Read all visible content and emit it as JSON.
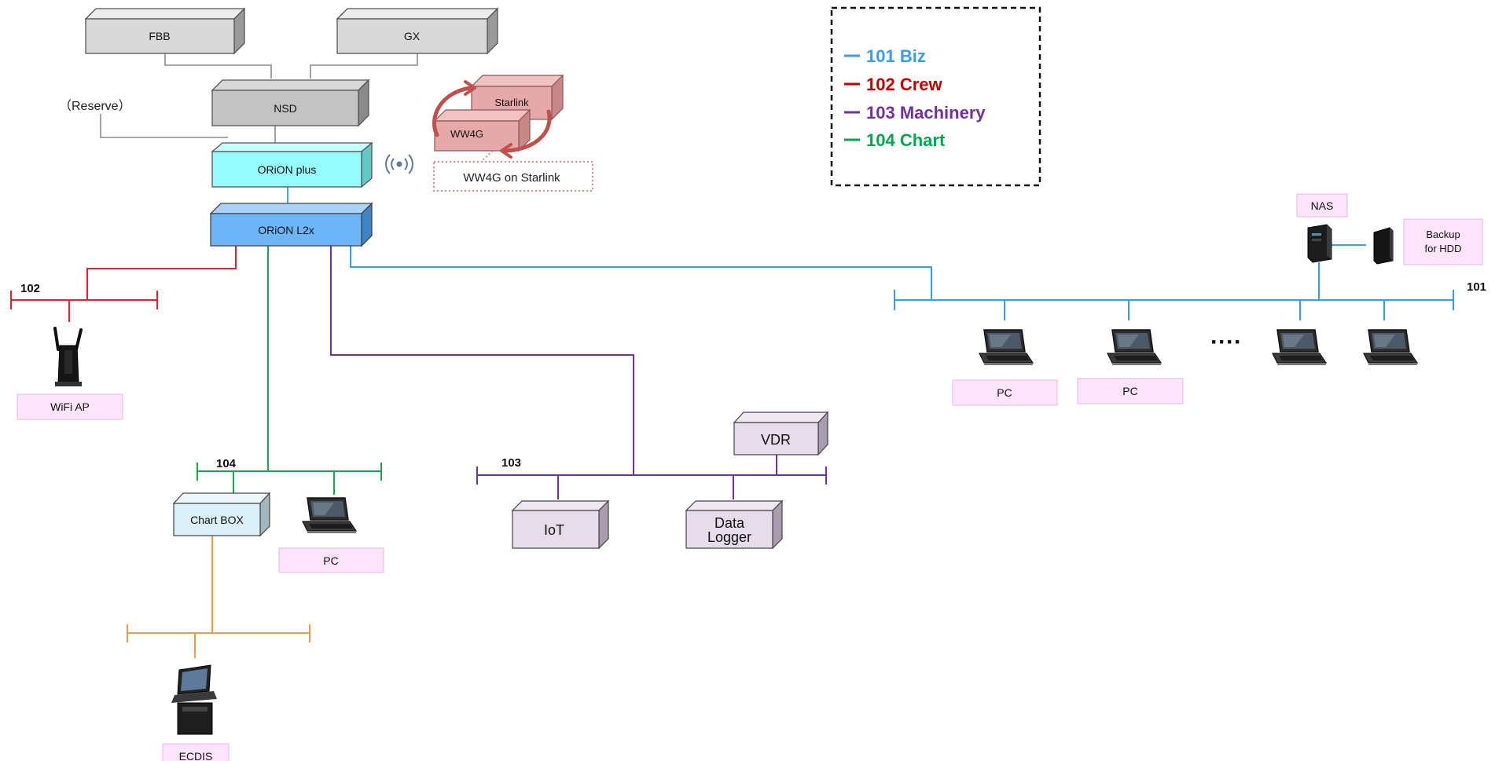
{
  "legend": {
    "items": [
      {
        "label": "101 Biz",
        "color": "#3a9be8"
      },
      {
        "label": "102 Crew",
        "color": "#c00000"
      },
      {
        "label": "103 Machinery",
        "color": "#7030a0"
      },
      {
        "label": "104 Chart",
        "color": "#00a550"
      }
    ]
  },
  "colors": {
    "biz": "#3a9be8",
    "crew": "#e8202a",
    "machinery": "#7030a0",
    "chart": "#1aa650",
    "ecdis_line": "#f39b4b",
    "gray_line": "#8a8a8a",
    "label_pink": "#fde4fa"
  },
  "devices": {
    "fbb": "FBB",
    "gx": "GX",
    "nsd": "NSD",
    "reserve": "（Reserve）",
    "orion_plus": "ORiON plus",
    "orion_l2x": "ORiON L2x",
    "starlink": "Starlink",
    "ww4g": "WW4G",
    "ww4g_on_starlink": "WW4G on Starlink",
    "chart_box": "Chart BOX",
    "iot": "IoT",
    "data_logger_line1": "Data",
    "data_logger_line2": "Logger",
    "vdr": "VDR"
  },
  "segments": {
    "s101": "101",
    "s102": "102",
    "s103": "103",
    "s104": "104"
  },
  "labels": {
    "wifi_ap": "WiFi AP",
    "pc_chart": "PC",
    "ecdis": "ECDIS",
    "pc_1": "PC",
    "pc_2": "PC",
    "nas": "NAS",
    "backup_line1": "Backup",
    "backup_line2": "for HDD",
    "ellipsis": "····"
  },
  "icons": {
    "wireless": "wireless-signal-icon",
    "laptop": "laptop-icon",
    "router": "wifi-router-icon",
    "nas": "nas-server-icon",
    "hdd": "external-hdd-icon",
    "ecdis": "ecdis-console-icon"
  }
}
